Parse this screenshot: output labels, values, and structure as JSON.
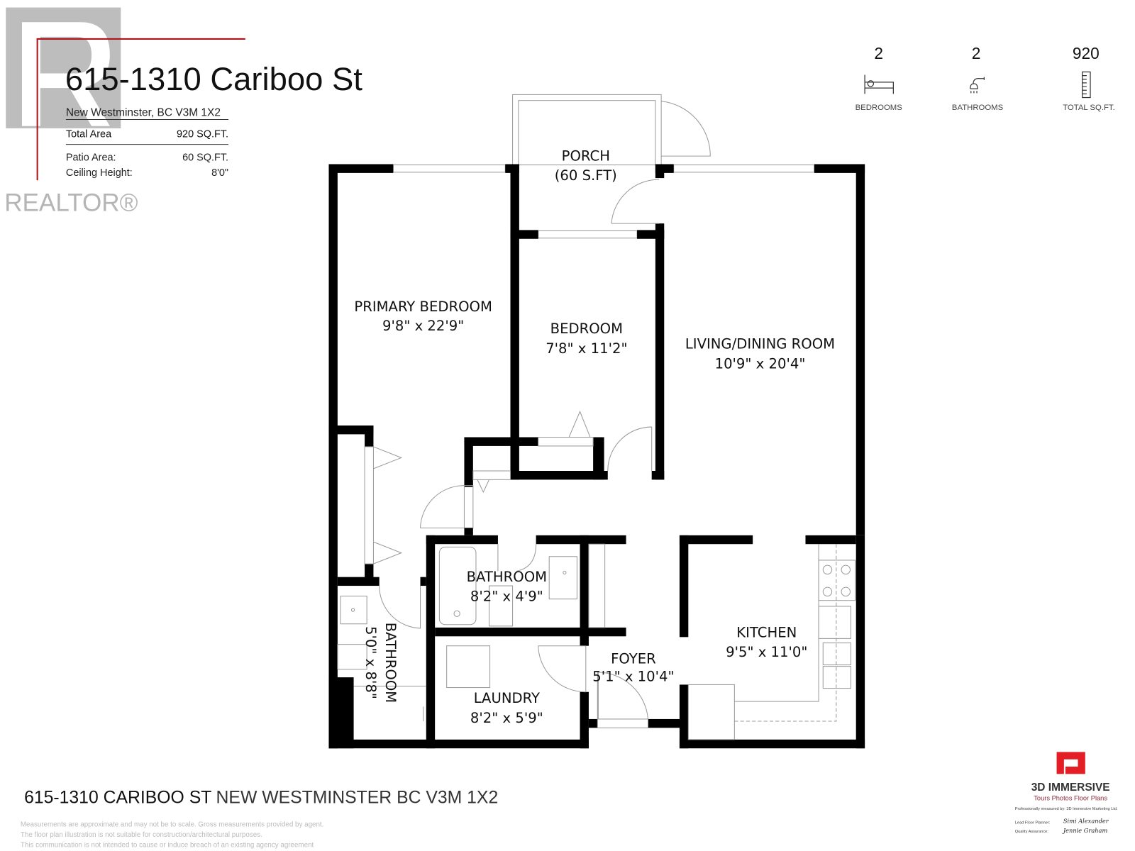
{
  "header": {
    "title": "615-1310 Cariboo St",
    "city_line": "New Westminster, BC V3M 1X2",
    "total_area_label": "Total Area",
    "total_area_value": "920  SQ.FT.",
    "patio_label": "Patio Area:",
    "patio_value": "60 SQ.FT.",
    "ceiling_label": "Ceiling Height:",
    "ceiling_value": "8'0\"",
    "watermark": "REALTOR®"
  },
  "stats": [
    {
      "value": "2",
      "label": "BEDROOMS",
      "icon": "bed-icon"
    },
    {
      "value": "2",
      "label": "BATHROOMS",
      "icon": "shower-icon"
    },
    {
      "value": "920",
      "label": "TOTAL SQ.FT.",
      "icon": "ruler-icon"
    }
  ],
  "rooms": {
    "porch": {
      "name": "PORCH",
      "size": "(60 S.FT)"
    },
    "primary": {
      "name": "PRIMARY BEDROOM",
      "size": "9'8\" x 22'9\""
    },
    "bedroom": {
      "name": "BEDROOM",
      "size": "7'8\" x 11'2\""
    },
    "living": {
      "name": "LIVING/DINING ROOM",
      "size": "10'9\" x 20'4\""
    },
    "bath1": {
      "name": "BATHROOM",
      "size": "8'2\" x 4'9\""
    },
    "bath2": {
      "name": "BATHROOM",
      "size": "5'0\" x 8'8\""
    },
    "kitchen": {
      "name": "KITCHEN",
      "size": "9'5\" x 11'0\""
    },
    "foyer": {
      "name": "FOYER",
      "size": "5'1\" x 10'4\""
    },
    "laundry": {
      "name": "LAUNDRY",
      "size": "8'2\" x 5'9\""
    }
  },
  "footer": {
    "address_bold": "615-1310 CARIBOO ST",
    "address_rest": "NEW WESTMINSTER BC V3M 1X2",
    "disclaimers": [
      "Measurements are approximate and may not be to scale. Gross measurements provided by agent.",
      "The floor plan illustration is not suitable for construction/architectural purposes.",
      "This communication is not intended to cause or induce breach of an existing agency agreement"
    ]
  },
  "brand": {
    "name": "3D IMMERSIVE",
    "tagline": "Tours  Photos  Floor Plans",
    "measured_by": "Professionally measured by: 3D Immersive Marketing Ltd.",
    "lead_label": "Lead Floor Planner:",
    "lead_signature": "Simi Alexander",
    "qa_label": "Quality Assurance:",
    "qa_signature": "Jennie Graham"
  },
  "colors": {
    "accent_red": "#b3121b",
    "logo_red": "#e31e24",
    "watermark_gray": "#b5b5b5"
  }
}
